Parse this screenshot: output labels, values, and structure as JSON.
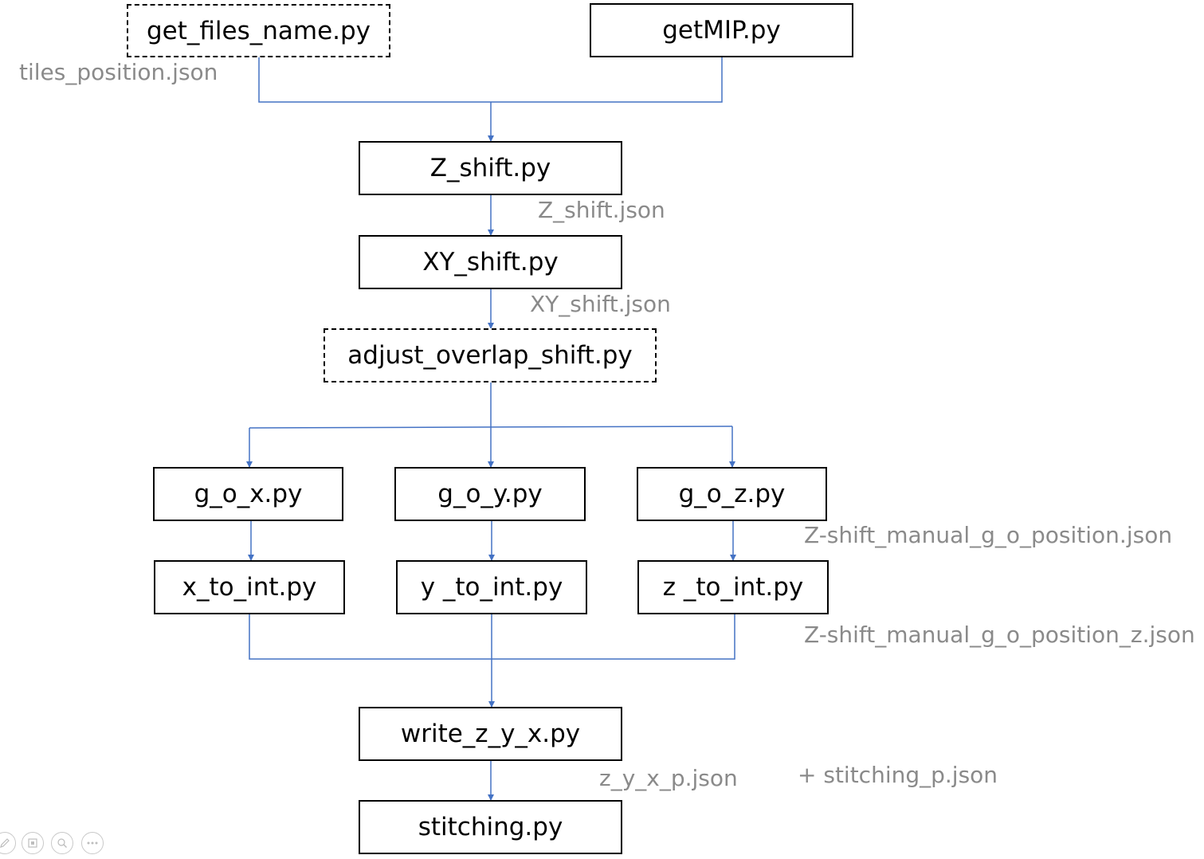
{
  "nodes": {
    "get_files_name": "get_files_name.py",
    "getMIP": "getMIP.py",
    "Z_shift": "Z_shift.py",
    "XY_shift": "XY_shift.py",
    "adjust_overlap_shift": "adjust_overlap_shift.py",
    "g_o_x": "g_o_x.py",
    "g_o_y": "g_o_y.py",
    "g_o_z": "g_o_z.py",
    "x_to_int": "x_to_int.py",
    "y_to_int": "y _to_int.py",
    "z_to_int": "z _to_int.py",
    "write_z_y_x": "write_z_y_x.py",
    "stitching": "stitching.py"
  },
  "labels": {
    "tiles_position": "tiles_position.json",
    "z_shift_json": "Z_shift.json",
    "xy_shift_json": "XY_shift.json",
    "manual_position": "Z-shift_manual_g_o_position.json",
    "manual_position_z": "Z-shift_manual_g_o_position_z.json",
    "z_y_x_p": "z_y_x_p.json",
    "stitching_p": "+ stitching_p.json"
  },
  "colors": {
    "connector": "#4472c4",
    "label_text": "#8a8a8a",
    "node_border": "#000000"
  },
  "toolbar": [
    "pen-icon",
    "slides-icon",
    "zoom-icon",
    "more-icon"
  ]
}
